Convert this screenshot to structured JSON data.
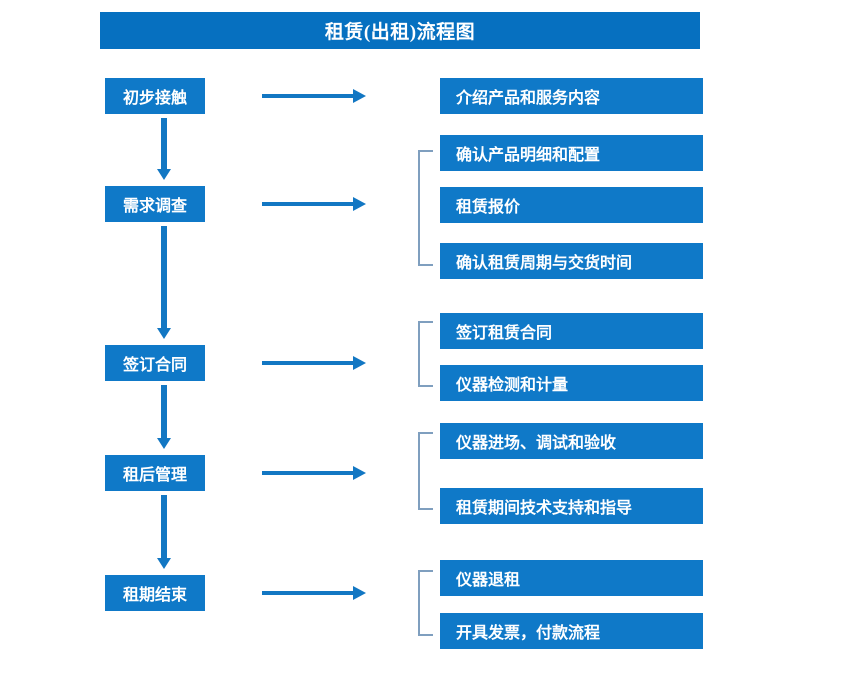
{
  "title": "租赁(出租)流程图",
  "colors": {
    "title_bar": "#0670C0",
    "box": "#0F79C8",
    "arrow": "#1277C3",
    "bracket": "#7F9FBF",
    "box_text": "#FFFFFF",
    "background": "#FFFFFF"
  },
  "chart_data": {
    "type": "diagram",
    "title": "租赁(出租)流程图",
    "orientation": "vertical-with-branches",
    "stages": [
      {
        "label": "初步接触",
        "details": [
          "介绍产品和服务内容"
        ],
        "bracketed": false
      },
      {
        "label": "需求调查",
        "details": [
          "确认产品明细和配置",
          "租赁报价",
          "确认租赁周期与交货时间"
        ],
        "bracketed": true
      },
      {
        "label": "签订合同",
        "details": [
          "签订租赁合同",
          "仪器检测和计量"
        ],
        "bracketed": true
      },
      {
        "label": "租后管理",
        "details": [
          "仪器进场、调试和验收",
          "租赁期间技术支持和指导"
        ],
        "bracketed": true
      },
      {
        "label": "租期结束",
        "details": [
          "仪器退租",
          "开具发票，付款流程"
        ],
        "bracketed": true
      }
    ]
  },
  "stage_labels": {
    "s0": "初步接触",
    "s1": "需求调查",
    "s2": "签订合同",
    "s3": "租后管理",
    "s4": "租期结束"
  },
  "detail_labels": {
    "d0": "介绍产品和服务内容",
    "d1": "确认产品明细和配置",
    "d2": "租赁报价",
    "d3": "确认租赁周期与交货时间",
    "d4": "签订租赁合同",
    "d5": "仪器检测和计量",
    "d6": "仪器进场、调试和验收",
    "d7": "租赁期间技术支持和指导",
    "d8": "仪器退租",
    "d9": "开具发票，付款流程"
  }
}
